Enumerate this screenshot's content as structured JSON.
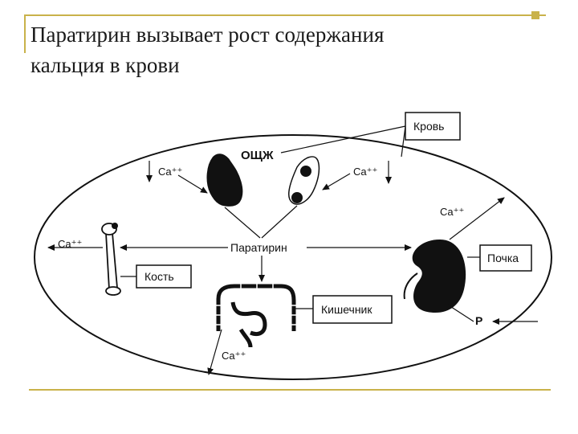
{
  "slide": {
    "title_line1": "Паратирин вызывает рост содержания",
    "title_line2": "кальция в крови"
  },
  "colors": {
    "ink": "#111111",
    "decor": "#c9b24a",
    "background": "#ffffff"
  },
  "diagram": {
    "labels": {
      "blood": "Кровь",
      "parathyroid": "ОЩЖ",
      "parathyrin": "Паратирин",
      "bone": "Кость",
      "kidney": "Почка",
      "intestine": "Кишечник",
      "phosphorus": "P",
      "calcium": "Ca⁺⁺"
    }
  }
}
